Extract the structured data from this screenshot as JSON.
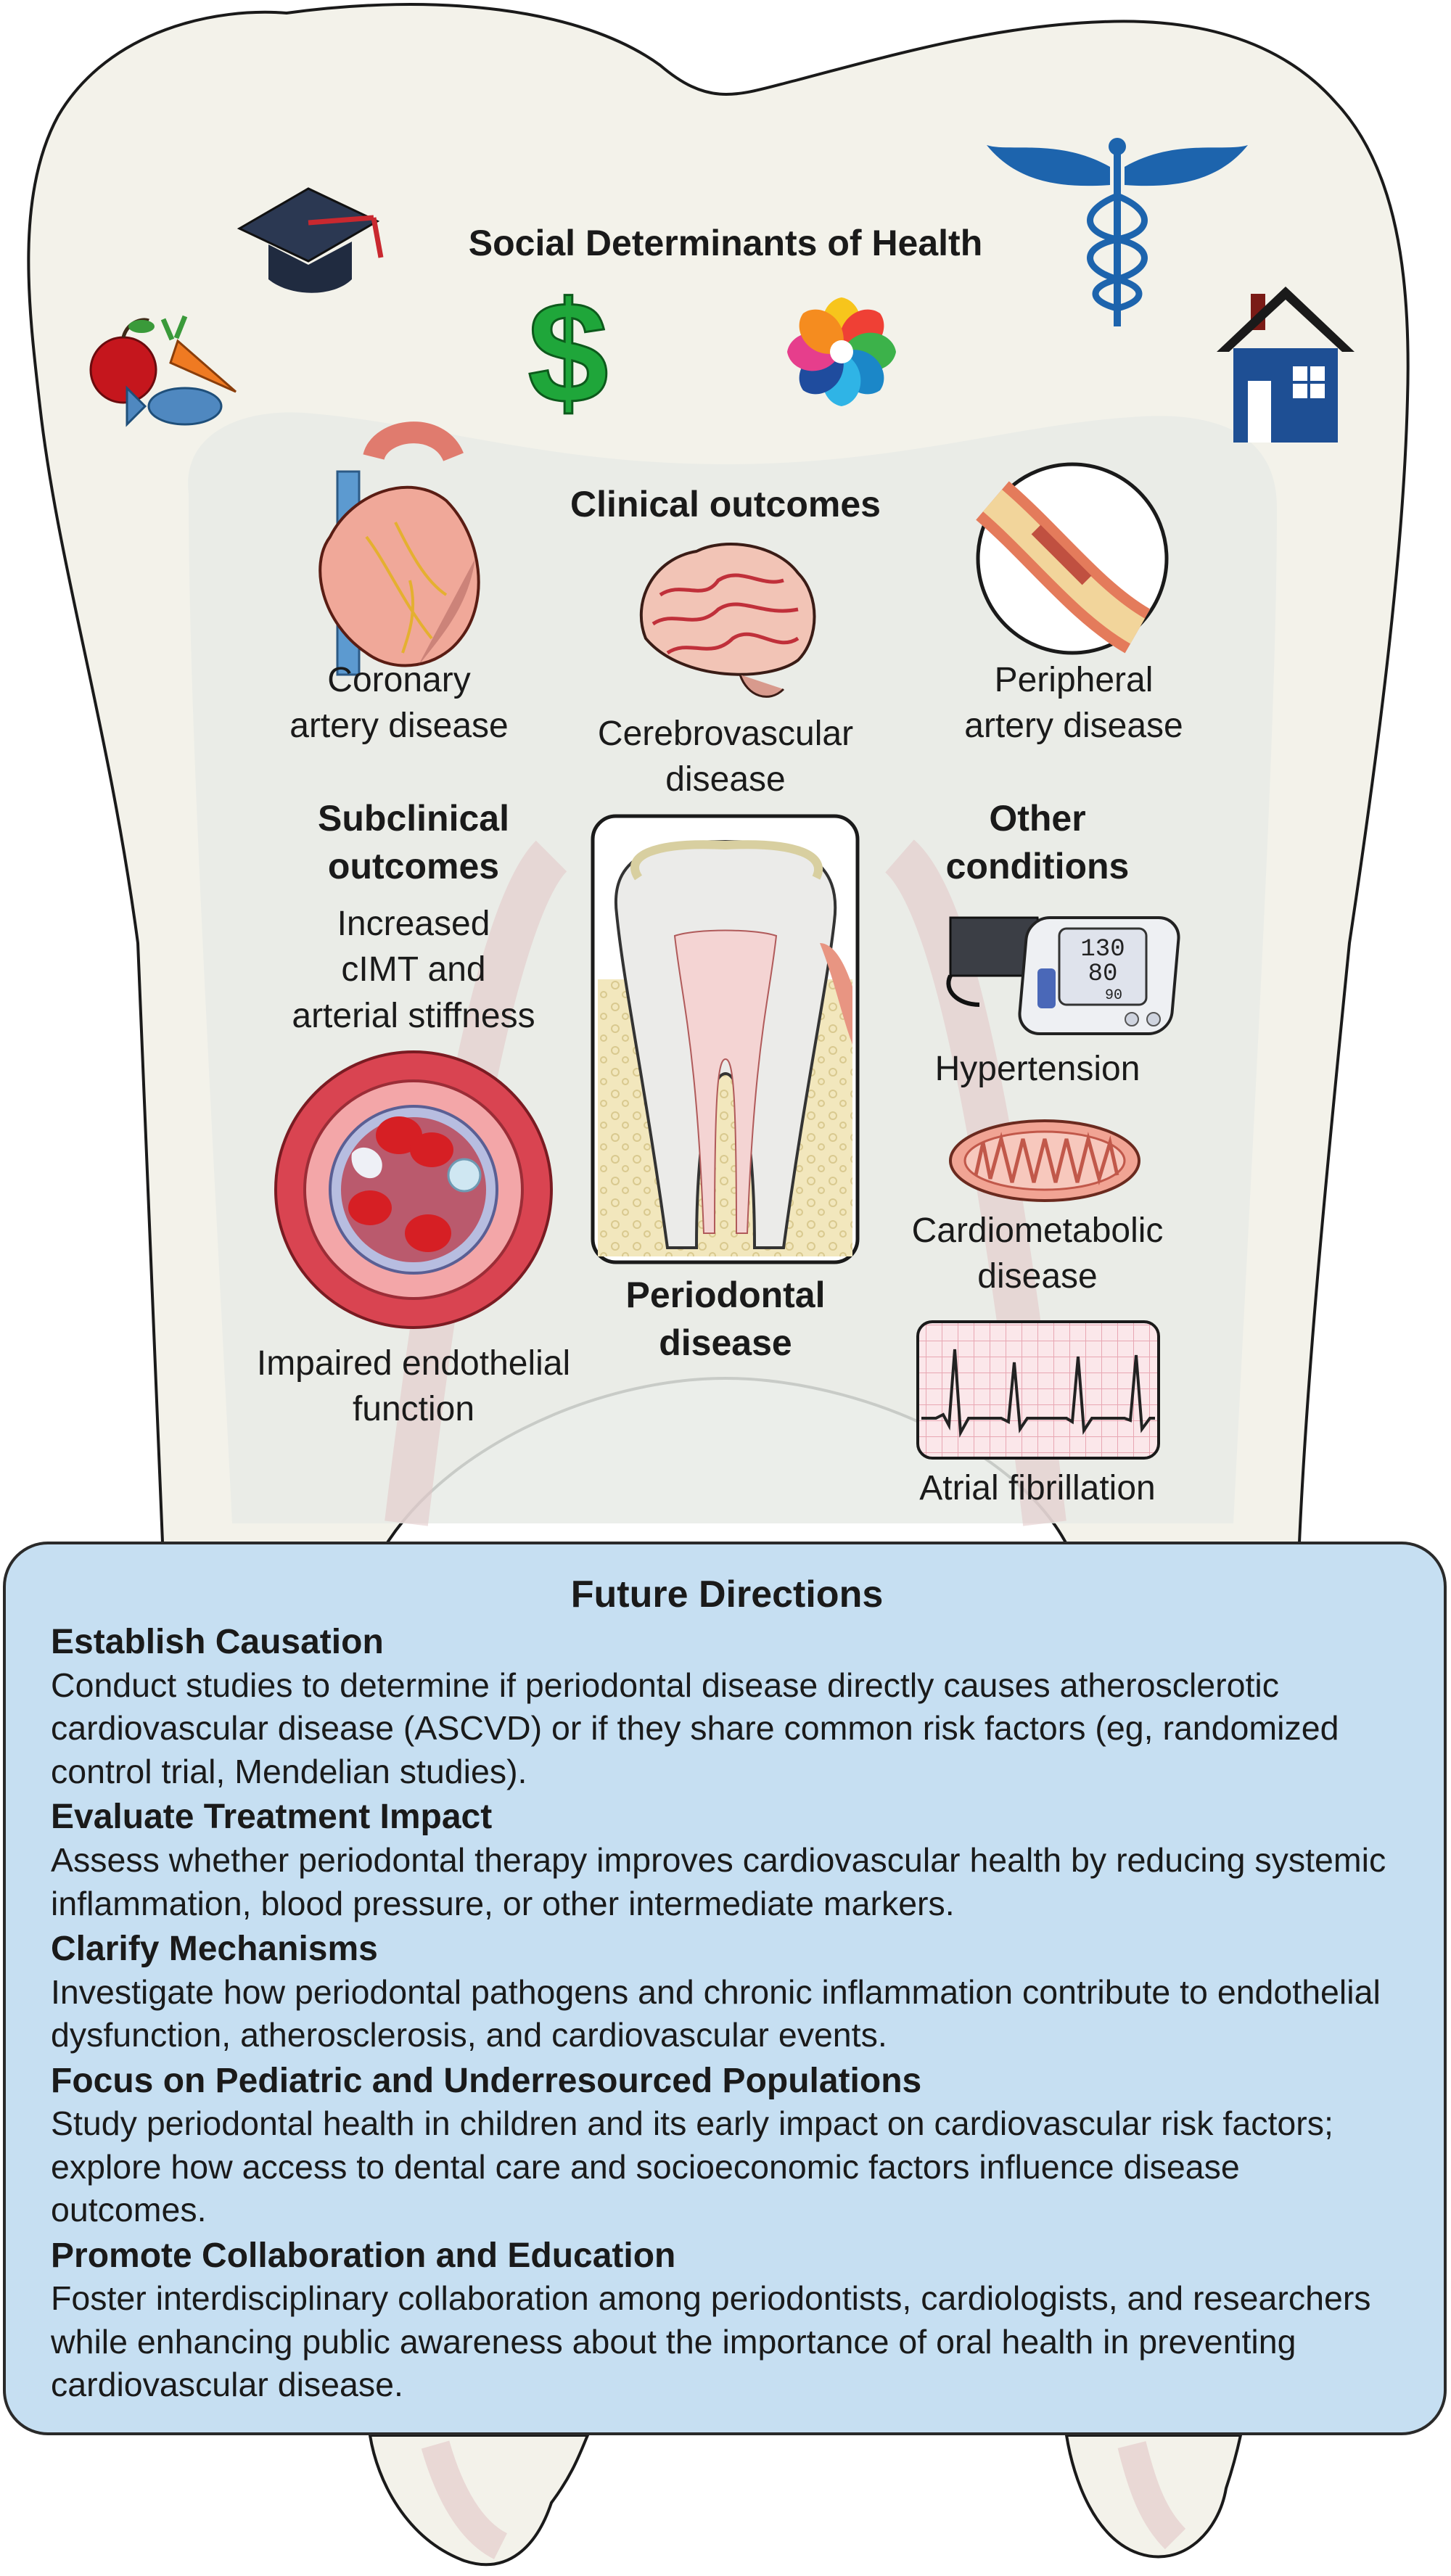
{
  "sections": {
    "sdoh_title": "Social Determinants of Health",
    "clinical_title": "Clinical outcomes",
    "subclinical_title": [
      "Subclinical",
      "outcomes"
    ],
    "other_title": [
      "Other",
      "conditions"
    ],
    "periodontal_title": [
      "Periodontal",
      "disease"
    ]
  },
  "clinical_outcomes": {
    "coronary": [
      "Coronary",
      "artery disease"
    ],
    "cerebro": [
      "Cerebrovascular",
      "disease"
    ],
    "peripheral": [
      "Peripheral",
      "artery disease"
    ]
  },
  "subclinical_outcomes": {
    "cimt": [
      "Increased",
      "cIMT and",
      "arterial stiffness"
    ],
    "endothelial": [
      "Impaired endothelial",
      "function"
    ]
  },
  "other_conditions": {
    "hypertension": "Hypertension",
    "cardiometabolic": [
      "Cardiometabolic",
      "disease"
    ],
    "afib": "Atrial fibrillation"
  },
  "bp_monitor": {
    "sys": "130",
    "dia": "80",
    "pulse": "90"
  },
  "future": {
    "title": "Future Directions",
    "items": [
      {
        "heading": "Establish Causation",
        "body": "Conduct studies to determine if periodontal disease directly causes atherosclerotic cardiovascular disease (ASCVD) or if they share common risk factors (eg, randomized control trial, Mendelian studies)."
      },
      {
        "heading": "Evaluate Treatment Impact",
        "body": "Assess whether periodontal therapy improves cardiovascular health by reducing systemic inflammation, blood pressure, or other intermediate markers."
      },
      {
        "heading": "Clarify Mechanisms",
        "body": "Investigate how periodontal pathogens and chronic inflammation contribute to endothelial dysfunction, atherosclerosis, and cardiovascular events."
      },
      {
        "heading": "Focus on Pediatric and Underresourced Populations",
        "body": "Study periodontal health in children and its early impact on cardiovascular risk factors; explore how access to dental care and socioeconomic factors influence disease outcomes."
      },
      {
        "heading": "Promote Collaboration and Education",
        "body": "Foster interdisciplinary collaboration among periodontists, cardiologists, and researchers while enhancing public awareness about the importance of oral health in preventing cardiovascular disease."
      }
    ]
  },
  "icons": [
    "graduation-cap-icon",
    "food-icon",
    "dollar-sign-icon",
    "community-icon",
    "caduceus-icon",
    "house-icon",
    "heart-icon",
    "brain-icon",
    "artery-plaque-icon",
    "artery-cross-section-icon",
    "tooth-cross-section-icon",
    "blood-pressure-monitor-icon",
    "mitochondrion-icon",
    "ecg-icon"
  ],
  "colors": {
    "tooth_fill": "#f3f2ea",
    "inner_fill": "#e9ece9",
    "panel_fill": "#c6dff2",
    "dollar": "#1fa63a",
    "house": "#1e4f94",
    "caduceus": "#1d64ad"
  }
}
